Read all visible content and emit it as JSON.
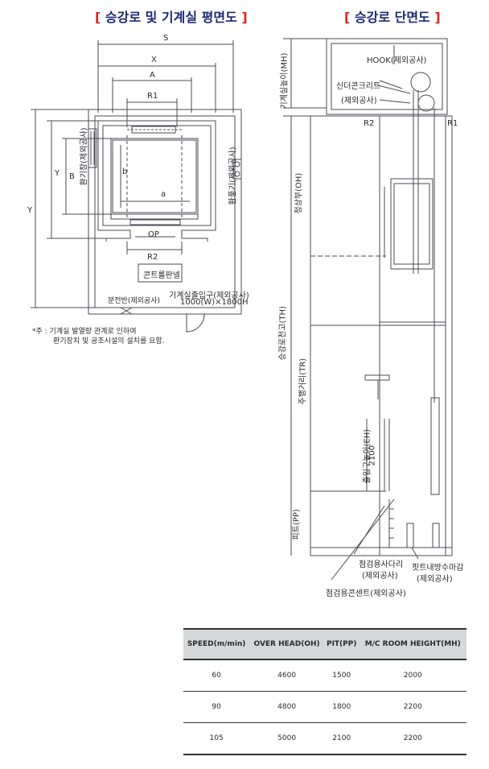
{
  "plan_title": "승강로 및 기계실 평면도",
  "section_title": "승강로 단면도",
  "plan": {
    "dim_S": "S",
    "dim_X": "X",
    "dim_A": "A",
    "dim_R1": "R1",
    "dim_b": "b",
    "dim_a": "a",
    "dim_OP": "OP",
    "dim_R2": "R2",
    "dim_B": "B",
    "dim_Y_inner": "Y",
    "dim_Y_outer": "Y",
    "vent_label": "환기창(제외공사)",
    "fan_label": "환풍기(제외공사)",
    "control_panel": "콘트롤판넬",
    "entrance_label": "기계실출입구(제외공사)",
    "entrance_size": "1000(W)×1800H",
    "distribution_panel": "분전반(제외공사)",
    "note_line1": "*주 : 기계실 발열량 관계로 인하여",
    "note_line2": "환기장치 및 공조시설의 설치를 요함."
  },
  "section": {
    "mh_label": "기계실높이(MH)",
    "hook_label": "HOOK(제외공사)",
    "cinder_label": "신더콘크리트",
    "cinder_sub": "(제외공사)",
    "r2": "R2",
    "r1": "R1",
    "oh_label": "정상부(OH)",
    "th_label": "승강로전고(TH)",
    "tr_label": "주행거리(TR)",
    "eh_label": "출입구높이(EH)",
    "eh_value": "2100",
    "pp_label": "피트(PP)",
    "ladder_label": "점검용사다리",
    "ladder_sub": "(제외공사)",
    "waterproof_label": "핏트내방수마감",
    "waterproof_sub": "(제외공사)",
    "outlet_label": "점검용콘센트(제외공사)"
  },
  "table": {
    "headers": [
      "SPEED(m/min)",
      "OVER HEAD(OH)",
      "PIT(PP)",
      "M/C ROOM HEIGHT(MH)"
    ],
    "rows": [
      [
        "60",
        "4600",
        "1500",
        "2000"
      ],
      [
        "90",
        "4800",
        "1800",
        "2200"
      ],
      [
        "105",
        "5000",
        "2100",
        "2200"
      ]
    ]
  },
  "colors": {
    "title": "#1c2a72",
    "bracket": "#e02020",
    "line": "#4a4a55",
    "header_bg": "#d4d8d8"
  }
}
